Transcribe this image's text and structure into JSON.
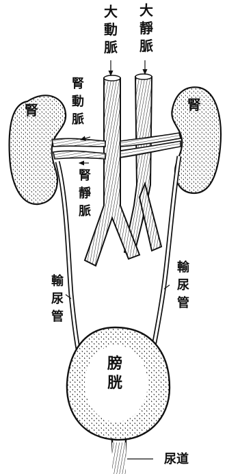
{
  "labels": {
    "aorta": [
      "大",
      "動",
      "脈"
    ],
    "vena_cava": [
      "大",
      "靜",
      "脈"
    ],
    "renal_artery": [
      "腎",
      "動",
      "脈"
    ],
    "renal_vein": [
      "腎",
      "靜",
      "脈"
    ],
    "kidney_left": "腎",
    "kidney_right": "腎",
    "ureter_left": [
      "輸",
      "尿",
      "管"
    ],
    "ureter_right": [
      "輸",
      "尿",
      "管"
    ],
    "bladder": [
      "膀",
      "胱"
    ],
    "urethra": "尿道"
  },
  "colors": {
    "ink": "#111111",
    "paper": "#ffffff"
  }
}
